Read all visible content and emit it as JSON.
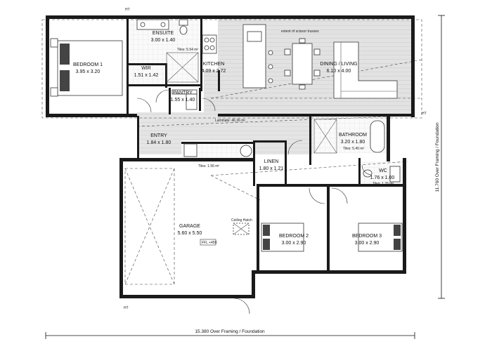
{
  "rooms": {
    "ensuite": {
      "name": "ENSUITE",
      "size": "3.00 x 1.40",
      "tiles": "Tiles: 5.54 m²"
    },
    "bedroom1": {
      "name": "BEDROOM 1",
      "size": "3.95 x 3.20"
    },
    "wir": {
      "name": "WIR",
      "size": "1.51 x 1.42"
    },
    "pantry": {
      "name": "PANTRY",
      "size": "1.55 x 1.40"
    },
    "kitchen": {
      "name": "KITCHEN",
      "size": "4.09 x 2.72"
    },
    "dining_living": {
      "name": "DINING / LIVING",
      "size": "6.10 x 4.00"
    },
    "entry": {
      "name": "ENTRY",
      "size": "1.84 x 1.80"
    },
    "linen": {
      "name": "LINEN",
      "size": "1.80 x 1.21"
    },
    "bathroom": {
      "name": "BATHROOM",
      "size": "3.20 x 1.80",
      "tiles": "Tiles: 5.40 m²"
    },
    "wc": {
      "name": "WC",
      "size": "1.76 x 1.00",
      "tiles": "Tiles: 1.76 m²"
    },
    "garage": {
      "name": "GARAGE",
      "size": "5.60 x 5.50"
    },
    "bedroom2": {
      "name": "BEDROOM 2",
      "size": "3.00 x 2.90"
    },
    "bedroom3": {
      "name": "BEDROOM 3",
      "size": "3.00 x 2.90"
    }
  },
  "annotations": {
    "scissor_trusses": "extent of scissor trusses",
    "laminate": "Laminate: 46.36 m²",
    "entry_tiles": "Tiles: 1.56 m²",
    "ceiling_hatch": "Ceiling Hatch",
    "ffl": "FFL +450",
    "ht_top": "HT",
    "ht_right": "HT",
    "ht_bottom": "HT"
  },
  "dimensions": {
    "width": "15.380 Over Framing / Foundation",
    "height": "11.760 Over Framing / Foundation"
  }
}
